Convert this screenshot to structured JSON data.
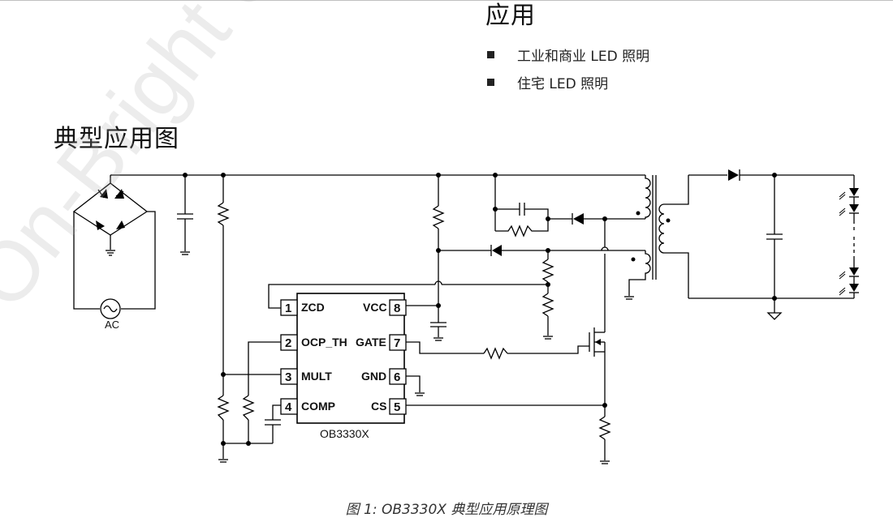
{
  "applications": {
    "heading": "应用",
    "items": [
      "工业和商业 LED 照明",
      "住宅 LED 照明"
    ]
  },
  "section_title": "典型应用图",
  "circuit": {
    "chip_name": "OB3330X",
    "ac_label": "AC",
    "pins_left": [
      {
        "num": "1",
        "name": "ZCD"
      },
      {
        "num": "2",
        "name": "OCP_TH"
      },
      {
        "num": "3",
        "name": "MULT"
      },
      {
        "num": "4",
        "name": "COMP"
      }
    ],
    "pins_right": [
      {
        "num": "8",
        "name": "VCC"
      },
      {
        "num": "7",
        "name": "GATE"
      },
      {
        "num": "6",
        "name": "GND"
      },
      {
        "num": "5",
        "name": "CS"
      }
    ]
  },
  "caption": "图 1: OB3330X  典型应用原理图",
  "watermark": "On-Bright confidential"
}
